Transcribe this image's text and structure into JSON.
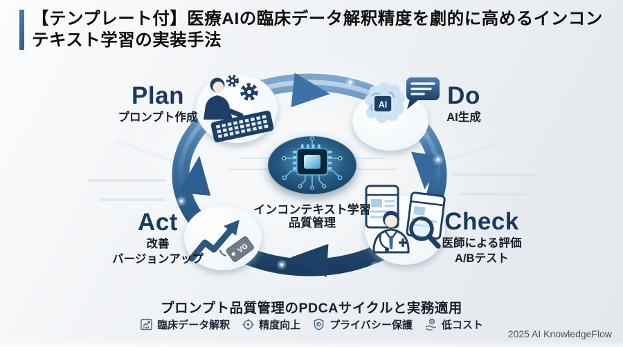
{
  "header": {
    "title_line1": "【テンプレート付】医療AIの臨床データ解釈精度を劇的に高めるインコン",
    "title_line2": "テキスト学習の実装手法"
  },
  "cycle": {
    "stages": [
      {
        "label": "Plan",
        "sub1": "プロンプト作成"
      },
      {
        "label": "Do",
        "sub1": "AI生成"
      },
      {
        "label": "Check",
        "sub1": "医師による評価",
        "sub2": "A/Bテスト"
      },
      {
        "label": "Act",
        "sub1": "改善",
        "sub2": "バージョンアップ"
      }
    ],
    "center": {
      "line1": "インコンテキスト学習",
      "line2": "品質管理"
    },
    "ai_chip_label": "AI",
    "version_tag": "VG"
  },
  "caption": "プロンプト品質管理のPDCAサイクルと実務適用",
  "badges": [
    {
      "label": "臨床データ解釈"
    },
    {
      "label": "精度向上"
    },
    {
      "label": "プライバシー保護"
    },
    {
      "label": "低コスト"
    }
  ],
  "credit": "2025 AI KnowledgeFlow",
  "colors": {
    "accent_bar": "#3c6fa8",
    "ring_blue": "#3e74a6",
    "ring_dark": "#1b3c61",
    "icon_navy": "#1f4066",
    "label_navy": "#183a60",
    "text_dark": "#141e2b",
    "background": "#eef1f4"
  }
}
